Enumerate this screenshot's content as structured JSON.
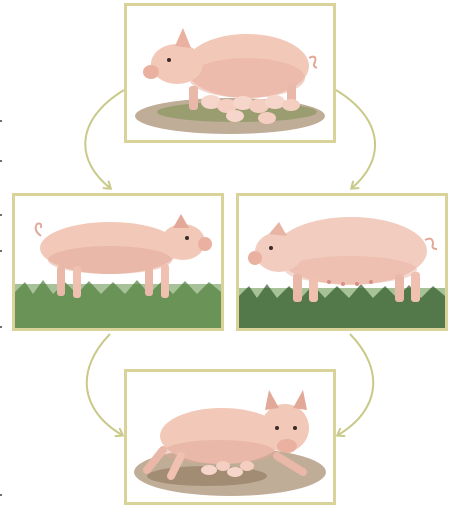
{
  "diagram": {
    "type": "cycle",
    "nodes": [
      {
        "id": "sow-nursing-piglets",
        "icon": "sow-with-piglets-illustration"
      },
      {
        "id": "young-pig",
        "icon": "young-pig-illustration"
      },
      {
        "id": "mature-pig",
        "icon": "mature-pig-illustration"
      },
      {
        "id": "sow-lying-piglets",
        "icon": "sow-lying-with-piglets-illustration"
      }
    ],
    "edges": [
      {
        "from": "sow-nursing-piglets",
        "to": "young-pig"
      },
      {
        "from": "sow-nursing-piglets",
        "to": "mature-pig"
      },
      {
        "from": "young-pig",
        "to": "sow-lying-piglets"
      },
      {
        "from": "mature-pig",
        "to": "sow-lying-piglets"
      }
    ],
    "colors": {
      "frame": "#d9d399",
      "arrow": "#c9c98a",
      "pig": "#f2c8b8",
      "pig_shadow": "#d99a8c",
      "grass": "#4e7f3a",
      "ground": "#8a6a44"
    }
  }
}
